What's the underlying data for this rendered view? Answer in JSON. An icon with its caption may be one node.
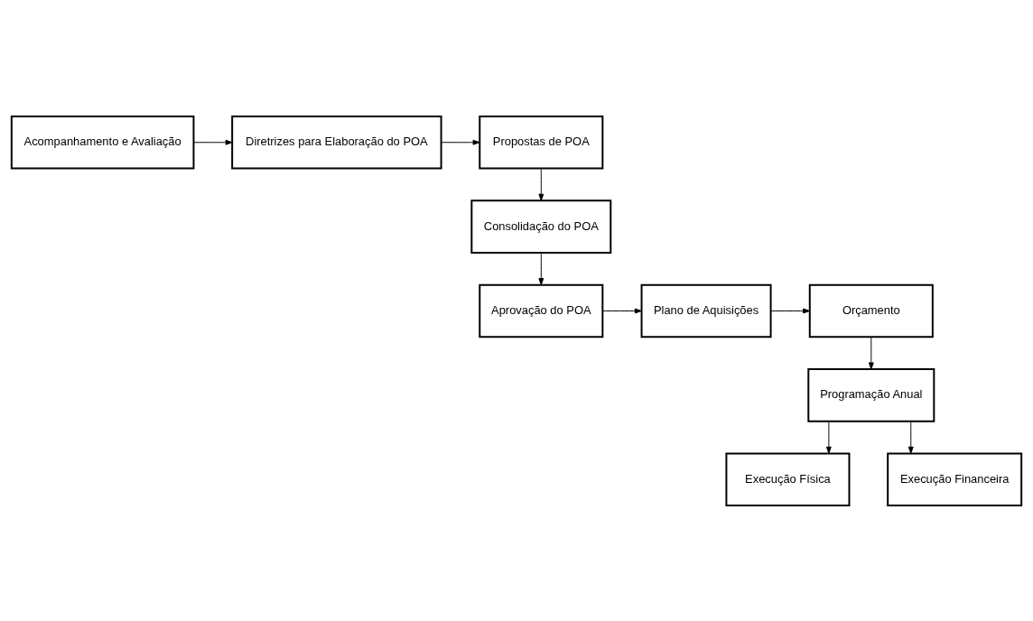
{
  "diagram": {
    "nodes": [
      {
        "text": [
          "Acompanhamento e Avaliação"
        ]
      },
      {
        "text": [
          "Diretrizes para Elaboração do POA"
        ]
      },
      {
        "text": [
          "Propostas de POA"
        ]
      },
      {
        "text": [
          "Consolidação do POA"
        ]
      },
      {
        "text": [
          "Aprovação do POA"
        ]
      },
      {
        "text": [
          "Plano de Aquisições"
        ]
      },
      {
        "text": [
          "Orçamento"
        ]
      },
      {
        "text": [
          "Programação Anual"
        ]
      },
      {
        "text": [
          "Execução Física"
        ]
      },
      {
        "text": [
          "Execução Financeira"
        ]
      }
    ],
    "edges": [
      {
        "from": 0,
        "to": 1,
        "arrow": "to"
      },
      {
        "from": 1,
        "to": 2,
        "arrow": "to"
      },
      {
        "from": 2,
        "to": 3,
        "arrow": "to"
      },
      {
        "from": 3,
        "to": 4,
        "arrow": "to"
      },
      {
        "from": 4,
        "to": 5,
        "arrow": "to"
      },
      {
        "from": 5,
        "to": 6,
        "arrow": "to"
      },
      {
        "from": 6,
        "to": 7,
        "arrow": "to"
      },
      {
        "from": 7,
        "to": 8,
        "arrow": "to"
      },
      {
        "from": 7,
        "to": 9,
        "arrow": "to"
      }
    ]
  }
}
